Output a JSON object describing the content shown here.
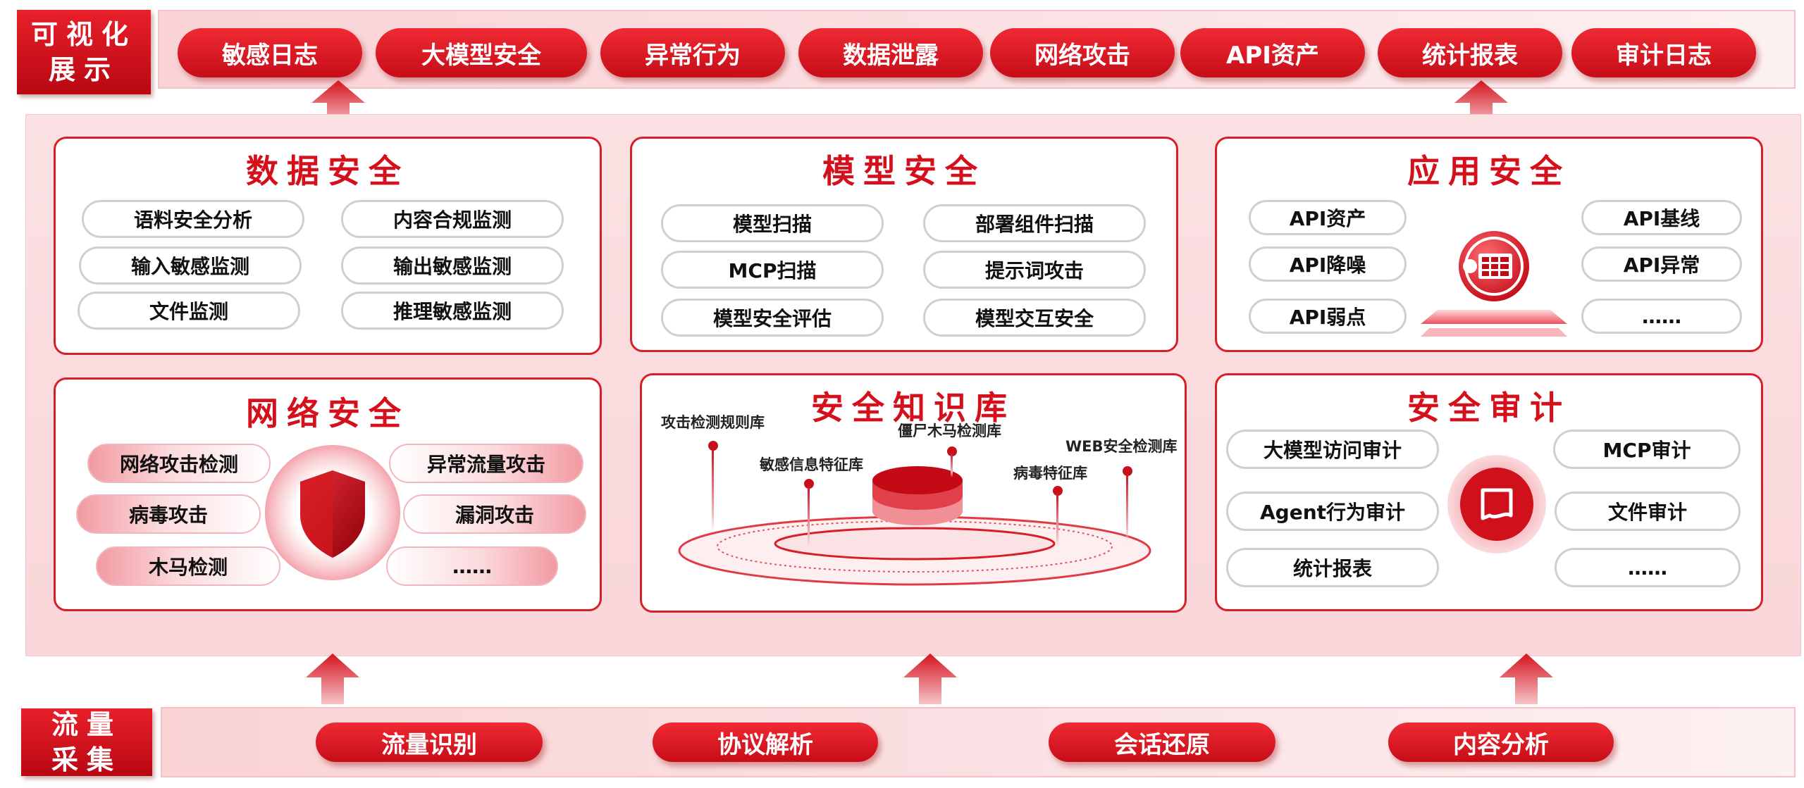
{
  "visual": {
    "label": [
      "可视化",
      "展示"
    ],
    "items": [
      "敏感日志",
      "大模型安全",
      "异常行为",
      "数据泄露",
      "网络攻击",
      "API资产",
      "统计报表",
      "审计日志"
    ]
  },
  "collect": {
    "label": [
      "流量",
      "采集"
    ],
    "items": [
      "流量识别",
      "协议解析",
      "会话还原",
      "内容分析"
    ]
  },
  "data_security": {
    "title": "数据安全",
    "items": [
      "语料安全分析",
      "内容合规监测",
      "输入敏感监测",
      "输出敏感监测",
      "文件监测",
      "推理敏感监测"
    ]
  },
  "model_security": {
    "title": "模型安全",
    "items": [
      "模型扫描",
      "部署组件扫描",
      "MCP扫描",
      "提示词攻击",
      "模型安全评估",
      "模型交互安全"
    ]
  },
  "app_security": {
    "title": "应用安全",
    "left": [
      "API资产",
      "API降噪",
      "API弱点"
    ],
    "right": [
      "API基线",
      "API异常",
      "……"
    ]
  },
  "network_security": {
    "title": "网络安全",
    "left": [
      "网络攻击检测",
      "病毒攻击",
      "木马检测"
    ],
    "right": [
      "异常流量攻击",
      "漏洞攻击",
      "……"
    ]
  },
  "knowledge_base": {
    "title": "安全知识库",
    "libs": [
      "攻击检测规则库",
      "敏感信息特征库",
      "僵尸木马检测库",
      "病毒特征库",
      "WEB安全检测库"
    ]
  },
  "audit": {
    "title": "安全审计",
    "left": [
      "大模型访问审计",
      "Agent行为审计",
      "统计报表"
    ],
    "right": [
      "MCP审计",
      "文件审计",
      "……"
    ]
  },
  "colors": {
    "accent": "#d81e2a",
    "band": "#fbe3e5",
    "pill_border": "#cfcfcf"
  },
  "icons": [
    "up-arrow-icon",
    "shield-icon",
    "api-server-icon",
    "audit-document-icon",
    "database-stack-icon"
  ]
}
